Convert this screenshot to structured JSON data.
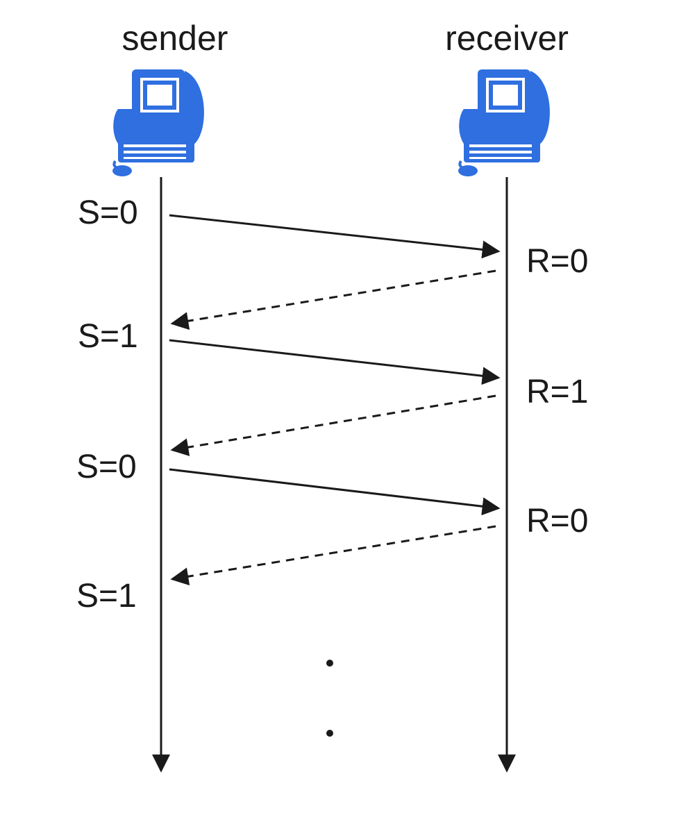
{
  "header": {
    "sender_label": "sender",
    "receiver_label": "receiver"
  },
  "icons": {
    "sender": "computer-icon",
    "receiver": "computer-icon"
  },
  "colors": {
    "icon_blue": "#2f6fe0",
    "line": "#1a1a1a"
  },
  "sender_states": [
    "S=0",
    "S=1",
    "S=0",
    "S=1"
  ],
  "receiver_states": [
    "R=0",
    "R=1",
    "R=0"
  ],
  "continuation": "ellipsis"
}
